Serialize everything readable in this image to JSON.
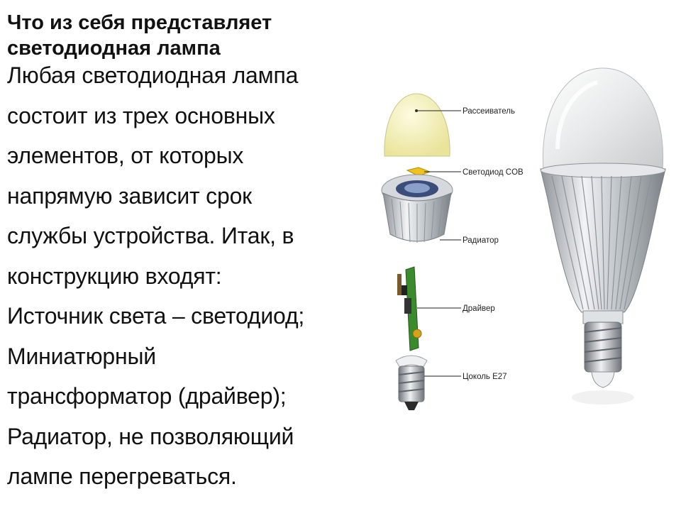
{
  "title": {
    "lines": [
      "Что из себя представляет",
      "светодиодная лампа"
    ]
  },
  "body": {
    "lines": [
      "Любая светодиодная лампа",
      "состоит из трех основных",
      "элементов, от которых",
      "напрямую зависит срок",
      "службы устройства. Итак, в",
      "конструкцию входят:",
      "Источник света – светодиод;",
      "Миниатюрный",
      "трансформатор (драйвер);",
      "Радиатор, не позволяющий",
      "лампе перегреваться."
    ]
  },
  "figure": {
    "labels": {
      "diffuser": "Рассеиватель",
      "cob_led": "Светодиод COB",
      "radiator": "Радиатор",
      "driver": "Драйвер",
      "socket": "Цоколь Е27"
    },
    "icons": [
      "exploded-bulb-illustration",
      "assembled-bulb-illustration"
    ],
    "colors": {
      "diffuser": "#f3efb0",
      "led_chip": "#f2c21b",
      "radiator": "#c7cbd0",
      "driver_board": "#3b8a2c",
      "text": "#111111"
    }
  }
}
